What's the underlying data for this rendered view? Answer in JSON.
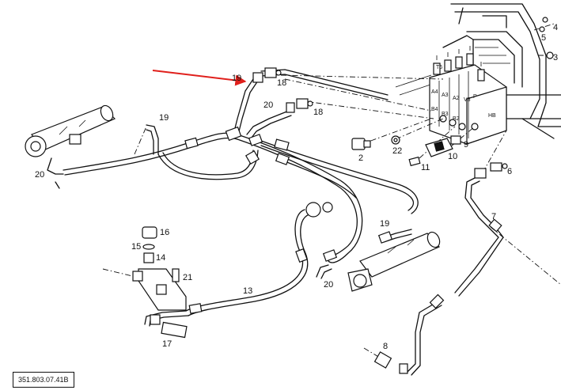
{
  "reference": "351.803.07.41B",
  "callouts": [
    "19",
    "18",
    "20",
    "18",
    "19",
    "20",
    "2",
    "22",
    "11",
    "10",
    "9",
    "6",
    "7",
    "16",
    "15",
    "14",
    "21",
    "13",
    "17",
    "19",
    "20",
    "8",
    "4",
    "5",
    "3"
  ],
  "valve_labels": [
    "T6",
    "A4",
    "A3",
    "A2",
    "V3",
    "P",
    "B4",
    "B3",
    "B2",
    "HB"
  ],
  "colors": {
    "line": "#111111",
    "arrow": "#e0201c",
    "background": "#ffffff"
  }
}
